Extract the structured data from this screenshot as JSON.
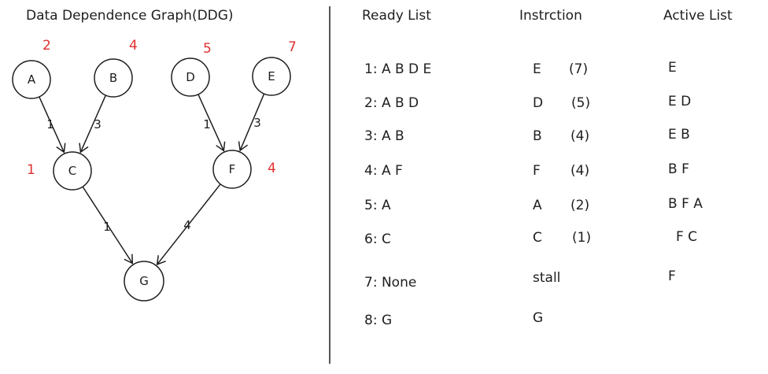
{
  "graph": {
    "title": "Data Dependence Graph(DDG)",
    "nodes": [
      {
        "id": "A",
        "label": "A",
        "priority": "2"
      },
      {
        "id": "B",
        "label": "B",
        "priority": "4"
      },
      {
        "id": "D",
        "label": "D",
        "priority": "5"
      },
      {
        "id": "E",
        "label": "E",
        "priority": "7"
      },
      {
        "id": "C",
        "label": "C",
        "priority": "1"
      },
      {
        "id": "F",
        "label": "F",
        "priority": "4"
      },
      {
        "id": "G",
        "label": "G",
        "priority": ""
      }
    ],
    "edges": [
      {
        "from": "A",
        "to": "C",
        "latency": "1"
      },
      {
        "from": "B",
        "to": "C",
        "latency": "3"
      },
      {
        "from": "D",
        "to": "F",
        "latency": "1"
      },
      {
        "from": "E",
        "to": "F",
        "latency": "3"
      },
      {
        "from": "C",
        "to": "G",
        "latency": "1"
      },
      {
        "from": "F",
        "to": "G",
        "latency": "4"
      }
    ]
  },
  "table": {
    "headers": {
      "ready": "Ready List",
      "instruction": "Instrction",
      "active": "Active List"
    },
    "rows": [
      {
        "ready": "1: A B D E",
        "instr": "E",
        "prio": "(7)",
        "active": "E"
      },
      {
        "ready": "2: A B D",
        "instr": "D",
        "prio": "(5)",
        "active": "E D"
      },
      {
        "ready": "3: A B",
        "instr": "B",
        "prio": "(4)",
        "active": "E B"
      },
      {
        "ready": "4: A F",
        "instr": "F",
        "prio": "(4)",
        "active": "B F"
      },
      {
        "ready": "5: A",
        "instr": "A",
        "prio": "(2)",
        "active": "B F A"
      },
      {
        "ready": "6: C",
        "instr": "C",
        "prio": "(1)",
        "active": "F C"
      },
      {
        "ready": "7: None",
        "instr": "stall",
        "prio": "",
        "active": "F"
      },
      {
        "ready": "8: G",
        "instr": "G",
        "prio": "",
        "active": ""
      }
    ]
  },
  "colors": {
    "ink": "#1e1e1e",
    "priority": "#e03131"
  }
}
